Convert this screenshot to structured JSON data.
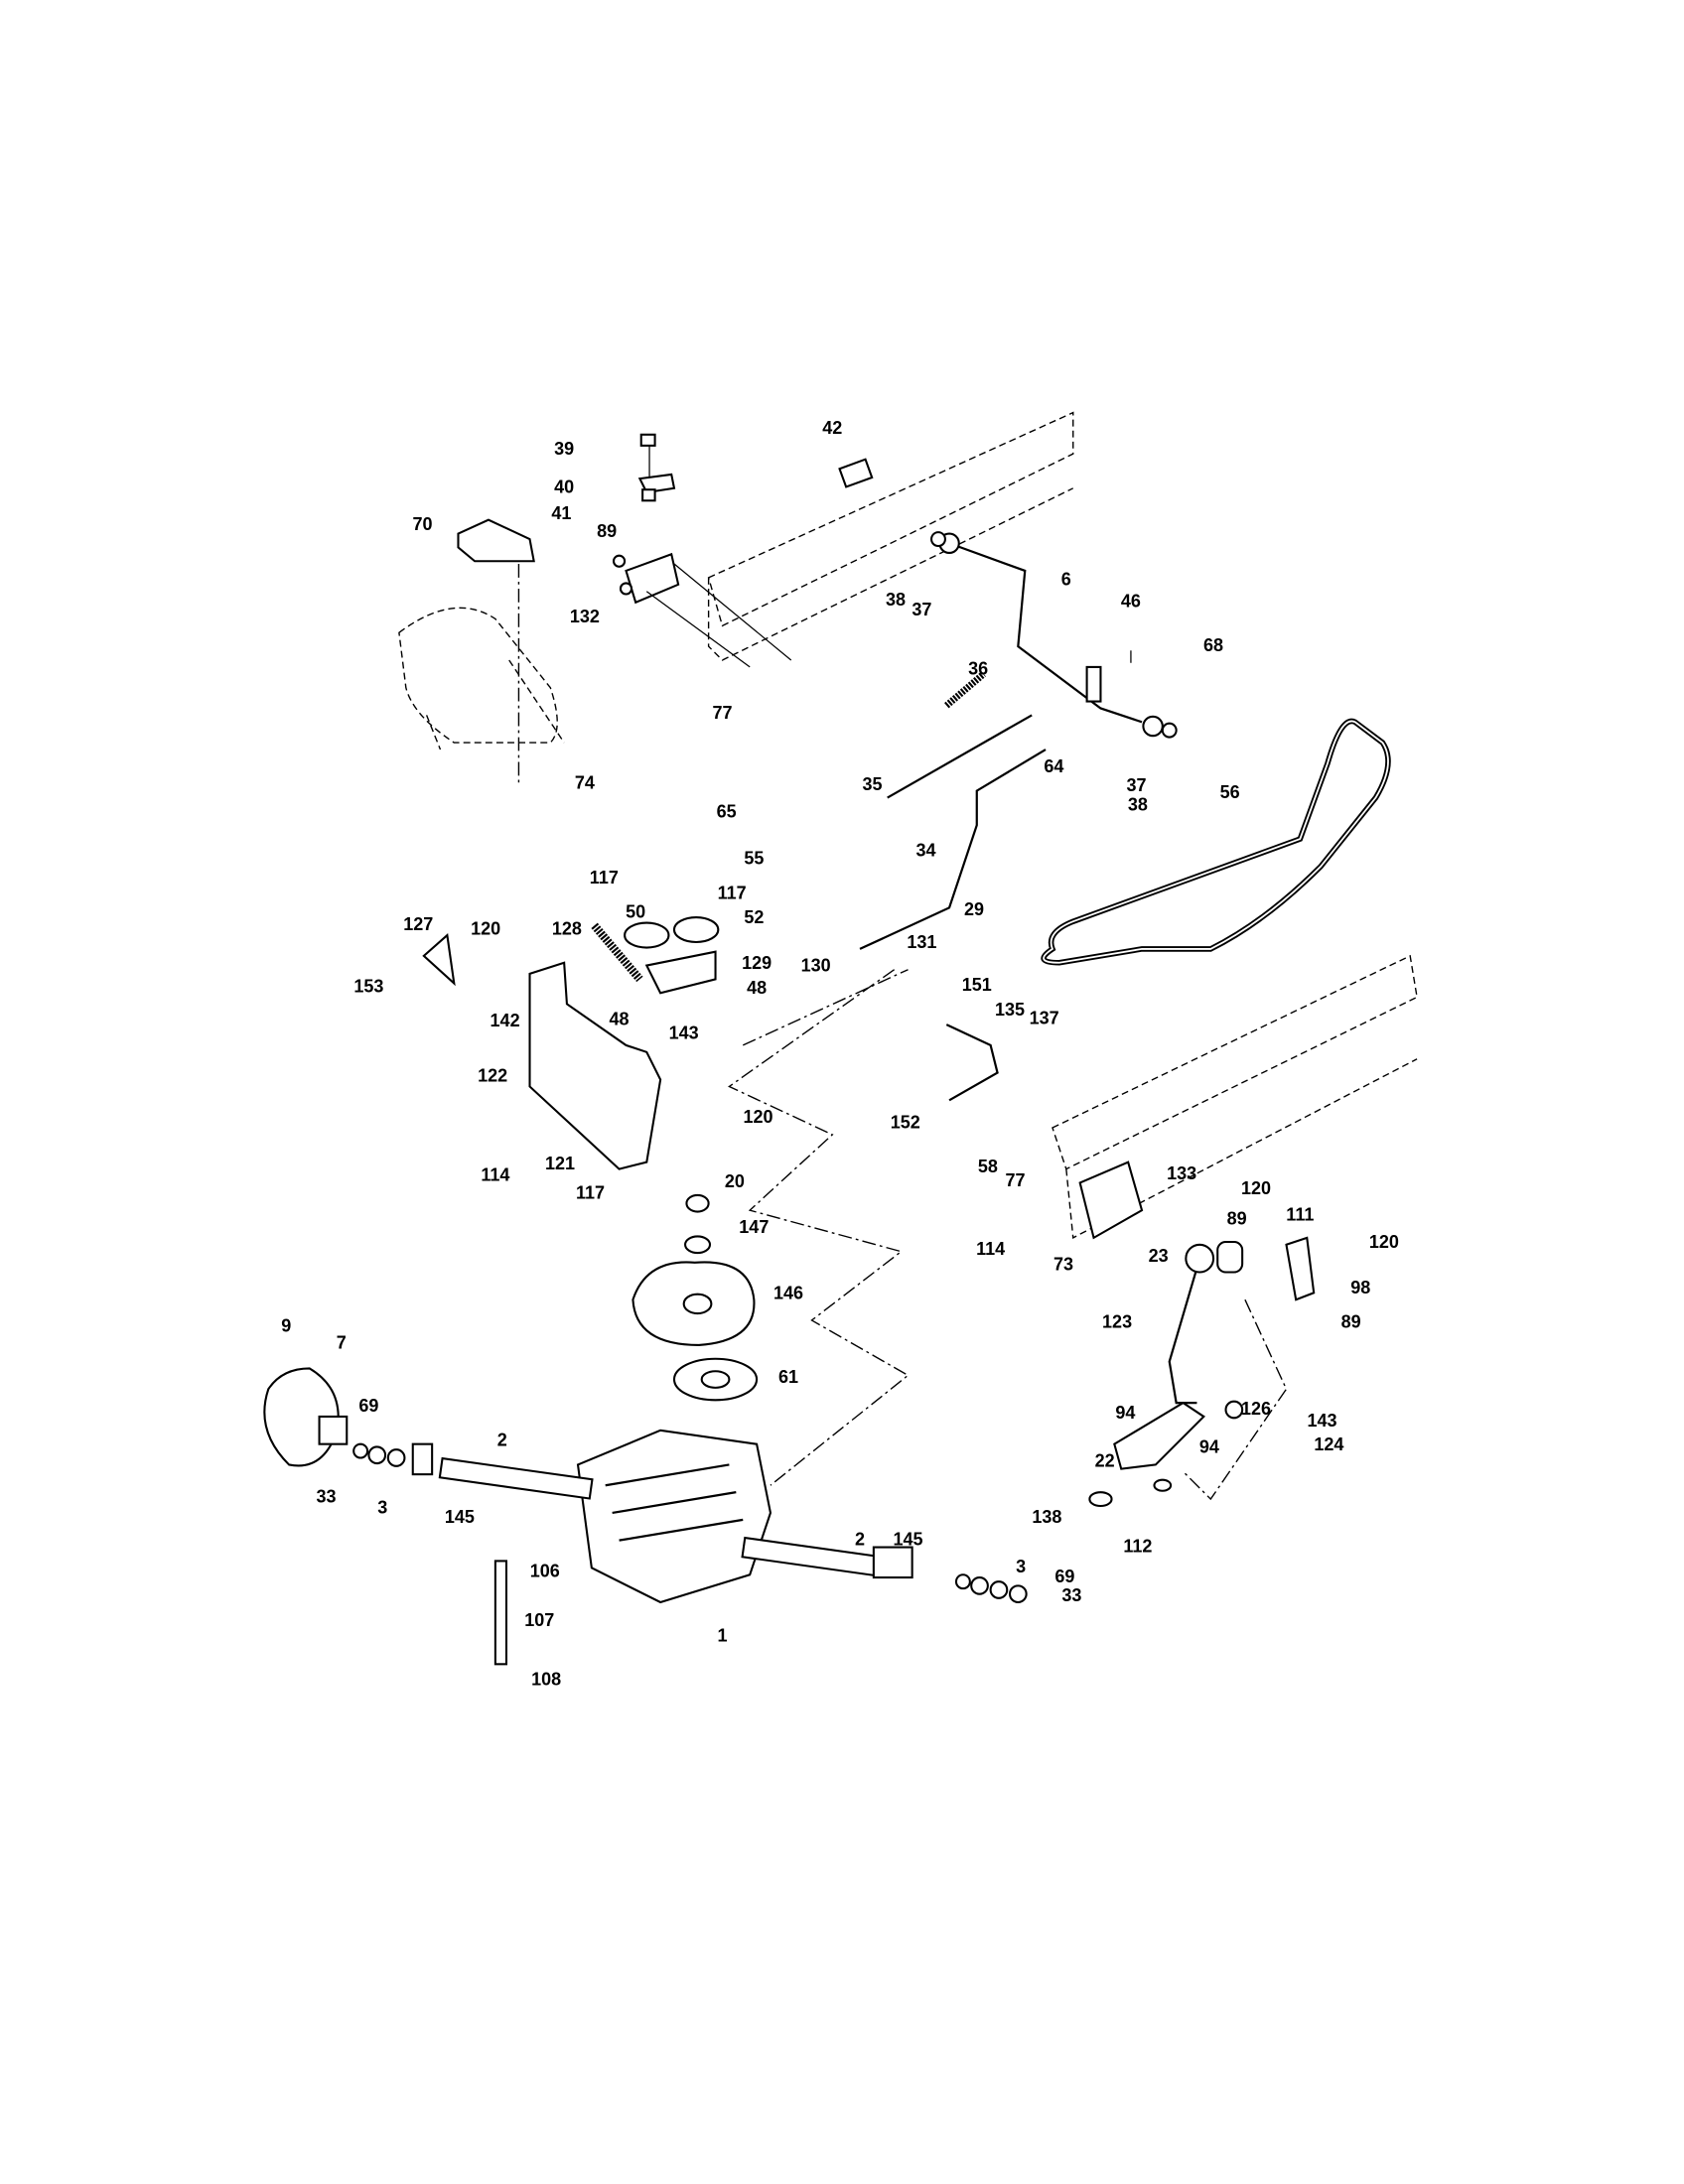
{
  "diagram": {
    "callouts": [
      "39",
      "40",
      "41",
      "70",
      "89",
      "132",
      "77",
      "42",
      "38",
      "37",
      "6",
      "46",
      "68",
      "36",
      "64",
      "37",
      "38",
      "56",
      "35",
      "34",
      "29",
      "74",
      "65",
      "55",
      "117",
      "117",
      "50",
      "52",
      "127",
      "120",
      "128",
      "129",
      "48",
      "48",
      "153",
      "142",
      "143",
      "122",
      "120",
      "114",
      "121",
      "117",
      "130",
      "131",
      "151",
      "135",
      "137",
      "152",
      "58",
      "77",
      "133",
      "120",
      "89",
      "111",
      "114",
      "73",
      "23",
      "120",
      "98",
      "89",
      "123",
      "20",
      "147",
      "146",
      "61",
      "9",
      "7",
      "69",
      "2",
      "33",
      "3",
      "145",
      "94",
      "22",
      "126",
      "143",
      "124",
      "94",
      "138",
      "112",
      "2",
      "145",
      "3",
      "69",
      "33",
      "106",
      "107",
      "1",
      "108"
    ]
  }
}
